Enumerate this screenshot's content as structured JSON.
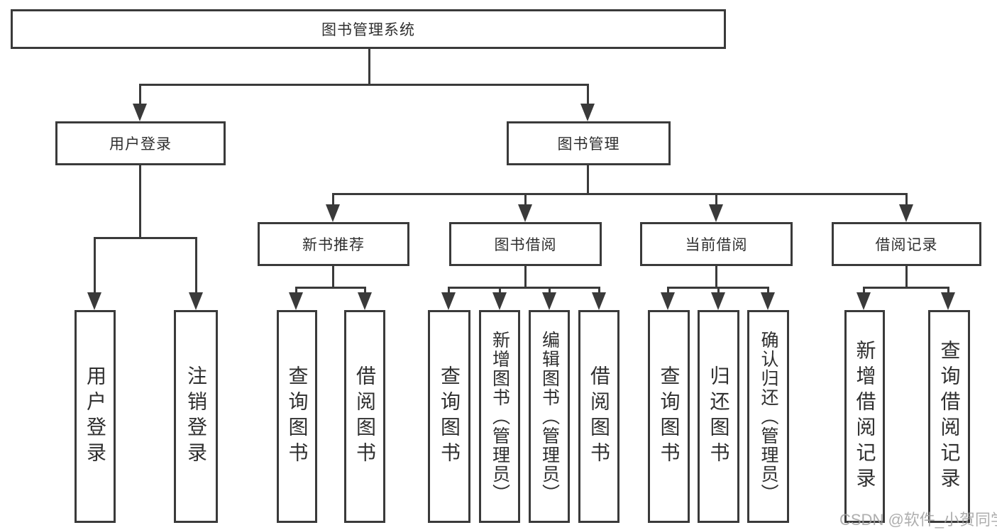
{
  "colors": {
    "line": "#3a3a3a",
    "box_border": "#3a3a3a",
    "text": "#2f2f2f",
    "watermark": "#a0a0a0",
    "background": "#ffffff"
  },
  "watermark": "CSDN @软件_小贺同学",
  "tree": {
    "root": "图书管理系统",
    "children": [
      {
        "label": "用户登录",
        "children": [
          {
            "label": "用户登录"
          },
          {
            "label": "注销登录"
          }
        ]
      },
      {
        "label": "图书管理",
        "children": [
          {
            "label": "新书推荐",
            "children": [
              {
                "label": "查询图书"
              },
              {
                "label": "借阅图书"
              }
            ]
          },
          {
            "label": "图书借阅",
            "children": [
              {
                "label": "查询图书"
              },
              {
                "label": "新增图书（管理员）"
              },
              {
                "label": "编辑图书（管理员）"
              },
              {
                "label": "借阅图书"
              }
            ]
          },
          {
            "label": "当前借阅",
            "children": [
              {
                "label": "查询图书"
              },
              {
                "label": "归还图书"
              },
              {
                "label": "确认归还（管理员）"
              }
            ]
          },
          {
            "label": "借阅记录",
            "children": [
              {
                "label": "新增借阅记录"
              },
              {
                "label": "查询借阅记录"
              }
            ]
          }
        ]
      }
    ]
  }
}
